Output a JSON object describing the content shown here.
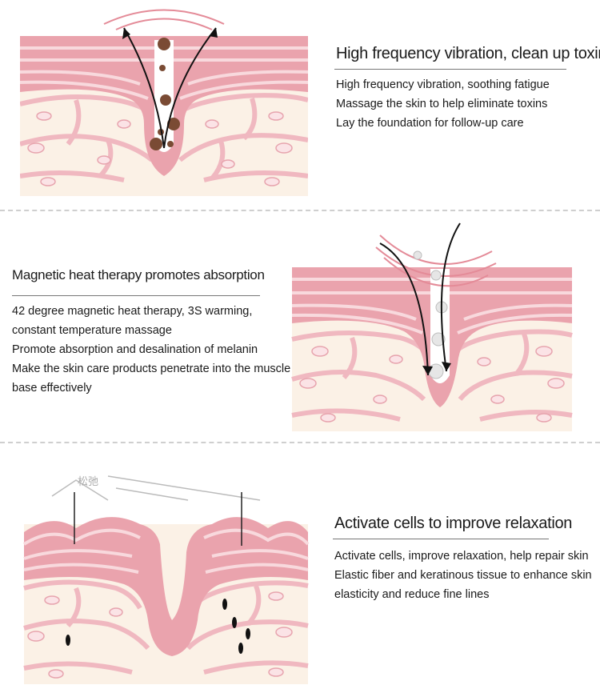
{
  "sections": [
    {
      "title": "High frequency vibration, clean up toxins",
      "lines": [
        "High frequency vibration, soothing fatigue",
        "Massage the skin to help eliminate toxins",
        "Lay the foundation for follow-up care"
      ]
    },
    {
      "title": "Magnetic heat therapy promotes absorption",
      "lines": [
        "42 degree magnetic heat therapy, 3S warming,",
        "constant temperature massage",
        "Promote absorption and desalination of melanin",
        "Make the skin care products penetrate into the muscle",
        "base effectively"
      ]
    },
    {
      "title": "Activate cells to improve relaxation",
      "lines": [
        "Activate cells, improve relaxation, help repair skin",
        "Elastic fiber and keratinous tissue to enhance skin",
        "elasticity and reduce fine lines"
      ],
      "diagram_label": "松弛"
    }
  ],
  "colors": {
    "skin_top": "#e9a4ad",
    "skin_stripe": "#f6d2d6",
    "dermis": "#fbf1e6",
    "cell": "#f3c9cf",
    "divider": "#cfcfcf"
  }
}
